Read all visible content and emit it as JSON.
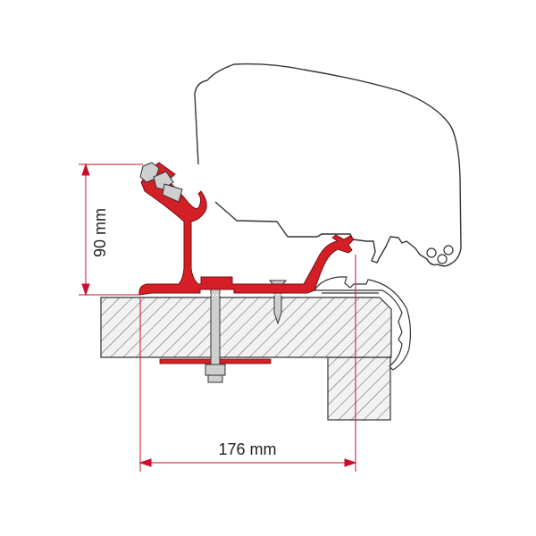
{
  "diagram": {
    "type": "technical-mounting-drawing",
    "subject": "awning adapter bracket mounted on roof edge",
    "colors": {
      "bracket": "#d41f26",
      "bracket_stroke": "#7a0f12",
      "dimension_line": "#c8102e",
      "outline": "#333333",
      "hardware_fill": "#cfcfcf",
      "section_fill": "#f2f2f2",
      "hatch": "#555555",
      "background": "#ffffff"
    },
    "dimensions": {
      "vertical": {
        "label": "90 mm",
        "value": 90,
        "unit": "mm"
      },
      "horizontal": {
        "label": "176 mm",
        "value": 176,
        "unit": "mm"
      }
    },
    "parts": [
      {
        "id": "awning-housing",
        "label": "Awning cassette housing"
      },
      {
        "id": "adapter-bracket",
        "label": "Red adapter bracket"
      },
      {
        "id": "bolt",
        "label": "Through bolt with nut"
      },
      {
        "id": "screw",
        "label": "Countersunk screw"
      },
      {
        "id": "backing-plate",
        "label": "Red backing plate"
      },
      {
        "id": "roof-panel",
        "label": "Hatched roof section"
      },
      {
        "id": "wall-panel",
        "label": "Hatched wall section"
      },
      {
        "id": "edge-profile",
        "label": "Roof edge trim profile"
      }
    ]
  }
}
